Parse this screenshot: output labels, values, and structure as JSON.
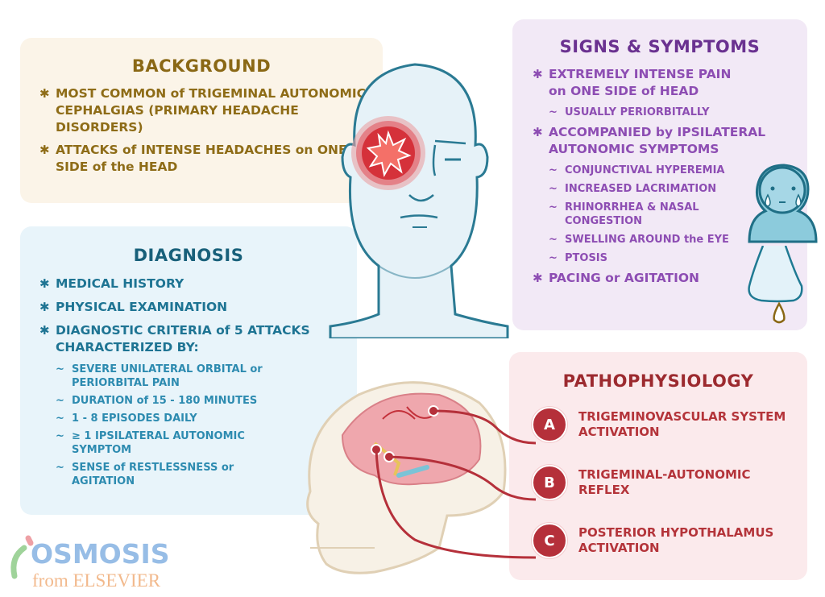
{
  "background": {
    "title": "BACKGROUND",
    "bullets": [
      {
        "text": "MOST COMMON of TRIGEMINAL AUTONOMIC CEPHALGIAS (PRIMARY HEADACHE DISORDERS)"
      },
      {
        "text": "ATTACKS of INTENSE HEADACHES on ONE SIDE of the HEAD"
      }
    ]
  },
  "signs": {
    "title": "SIGNS & SYMPTOMS",
    "bullets": [
      {
        "text": "EXTREMELY INTENSE PAIN on ONE SIDE of HEAD",
        "subs": [
          "USUALLY PERIORBITALLY"
        ]
      },
      {
        "text": "ACCOMPANIED by IPSILATERAL AUTONOMIC SYMPTOMS",
        "subs": [
          "CONJUNCTIVAL HYPEREMIA",
          "INCREASED LACRIMATION",
          "RHINORRHEA & NASAL CONGESTION",
          "SWELLING AROUND the EYE",
          "PTOSIS"
        ]
      },
      {
        "text": "PACING or AGITATION"
      }
    ]
  },
  "diagnosis": {
    "title": "DIAGNOSIS",
    "bullets": [
      {
        "text": "MEDICAL HISTORY"
      },
      {
        "text": "PHYSICAL EXAMINATION"
      },
      {
        "text": "DIAGNOSTIC CRITERIA of 5 ATTACKS CHARACTERIZED BY:",
        "subs": [
          "SEVERE UNILATERAL ORBITAL or PERIORBITAL PAIN",
          "DURATION of 15 - 180 MINUTES",
          "1 - 8 EPISODES DAILY",
          "≥ 1 IPSILATERAL AUTONOMIC SYMPTOM",
          "SENSE of RESTLESSNESS or AGITATION"
        ]
      }
    ]
  },
  "pathophysiology": {
    "title": "PATHOPHYSIOLOGY",
    "items": [
      {
        "letter": "A",
        "text": "TRIGEMINOVASCULAR SYSTEM ACTIVATION"
      },
      {
        "letter": "B",
        "text": "TRIGEMINAL-AUTONOMIC REFLEX"
      },
      {
        "letter": "C",
        "text": "POSTERIOR HYPOTHALAMUS ACTIVATION"
      }
    ]
  },
  "symbols": {
    "bullet": "✱",
    "sub": "~"
  },
  "logo": {
    "name": "OSMOSIS",
    "tagline": "from ELSEVIER"
  },
  "colors": {
    "background_panel": "#fbf4e8",
    "signs_panel": "#f2e9f6",
    "diagnosis_panel": "#e8f4fa",
    "patho_panel": "#fbeaec",
    "patho_accent": "#b5303a"
  }
}
